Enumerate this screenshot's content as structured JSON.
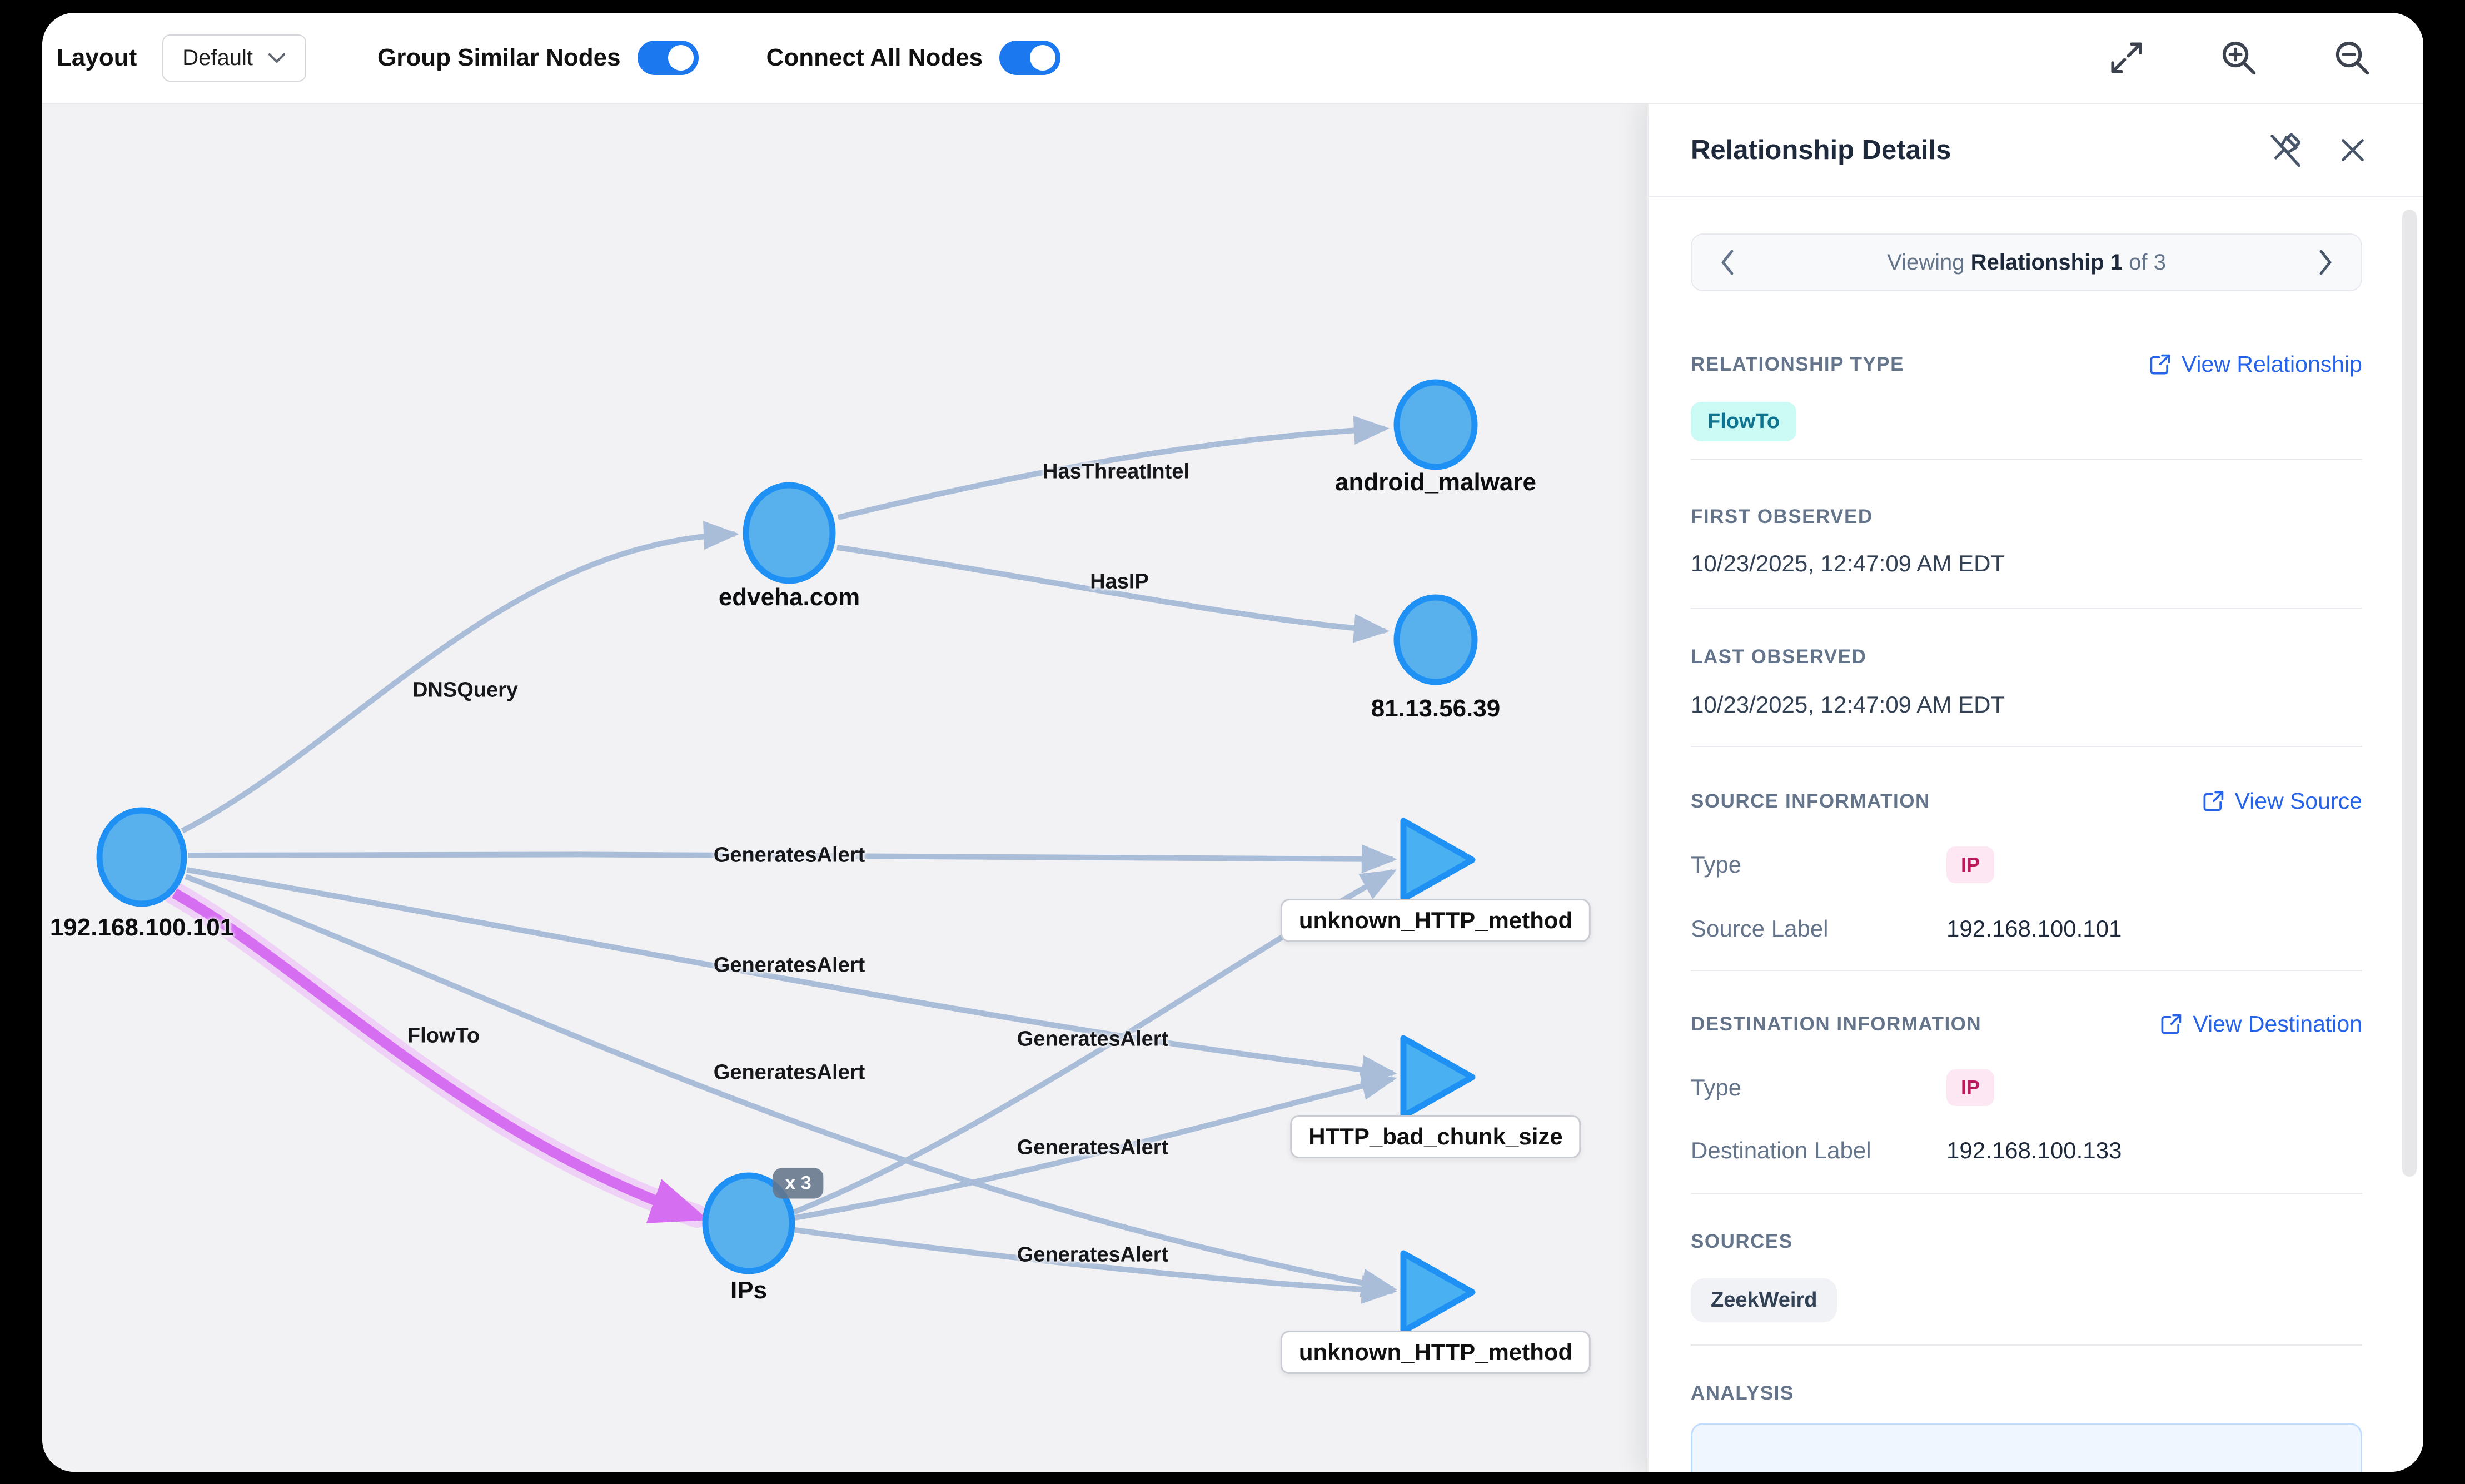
{
  "toolbar": {
    "layout_label": "Layout",
    "layout_value": "Default",
    "toggles": [
      {
        "label": "Group Similar Nodes",
        "state": "on"
      },
      {
        "label": "Connect All Nodes",
        "state": "on"
      }
    ],
    "icons": {
      "expand": "diagonal-arrows",
      "zoom_in": "magnifier-plus",
      "zoom_out": "magnifier-minus"
    }
  },
  "graph": {
    "background": "#f2f2f4",
    "edge_color": "#a9bdd8",
    "highlight_edge_color": "#d66ef2",
    "node_fill": "#58b1ec",
    "node_stroke": "#1f90f4",
    "nodes": [
      {
        "id": "ip-192-168-100-101",
        "label": "192.168.100.101",
        "shape": "circle"
      },
      {
        "id": "edveha-com",
        "label": "edveha.com",
        "shape": "circle"
      },
      {
        "id": "android-malware",
        "label": "android_malware",
        "shape": "circle"
      },
      {
        "id": "ip-81-13-56-39",
        "label": "81.13.56.39",
        "shape": "circle"
      },
      {
        "id": "alert-unknown-http-method-1",
        "label": "unknown_HTTP_method",
        "shape": "triangle"
      },
      {
        "id": "alert-http-bad-chunk-size",
        "label": "HTTP_bad_chunk_size",
        "shape": "triangle"
      },
      {
        "id": "alert-unknown-http-method-2",
        "label": "unknown_HTTP_method",
        "shape": "triangle"
      },
      {
        "id": "ips-group",
        "label": "IPs",
        "shape": "circle",
        "multiplier": "x 3"
      }
    ],
    "edges": [
      {
        "label": "DNSQuery"
      },
      {
        "label": "HasThreatIntel"
      },
      {
        "label": "HasIP"
      },
      {
        "label": "GeneratesAlert"
      },
      {
        "label": "GeneratesAlert"
      },
      {
        "label": "GeneratesAlert"
      },
      {
        "label": "GeneratesAlert"
      },
      {
        "label": "GeneratesAlert"
      },
      {
        "label": "GeneratesAlert"
      },
      {
        "label": "FlowTo",
        "highlighted": true
      }
    ]
  },
  "panel": {
    "title": "Relationship Details",
    "icons": {
      "pin_off": "pin-slash",
      "close": "x"
    },
    "nav": {
      "prefix": "Viewing",
      "current": "Relationship 1",
      "suffix": "of 3"
    },
    "relationship_type": {
      "header": "RELATIONSHIP TYPE",
      "link": "View Relationship",
      "badge": "FlowTo",
      "badge_bg": "#ccfbf6",
      "badge_color": "#0e7490"
    },
    "first_observed": {
      "header": "FIRST OBSERVED",
      "value": "10/23/2025, 12:47:09 AM EDT"
    },
    "last_observed": {
      "header": "LAST OBSERVED",
      "value": "10/23/2025, 12:47:09 AM EDT"
    },
    "source": {
      "header": "SOURCE INFORMATION",
      "link": "View Source",
      "type_label": "Type",
      "type_badge": "IP",
      "label_label": "Source Label",
      "label_value": "192.168.100.101"
    },
    "destination": {
      "header": "DESTINATION INFORMATION",
      "link": "View Destination",
      "type_label": "Type",
      "type_badge": "IP",
      "label_label": "Destination Label",
      "label_value": "192.168.100.133"
    },
    "sources": {
      "header": "SOURCES",
      "badges": [
        "ZeekWeird"
      ]
    },
    "analysis": {
      "header": "ANALYSIS"
    },
    "link_color": "#2563eb",
    "ip_badge_bg": "#fce7f3",
    "ip_badge_color": "#be185d"
  }
}
